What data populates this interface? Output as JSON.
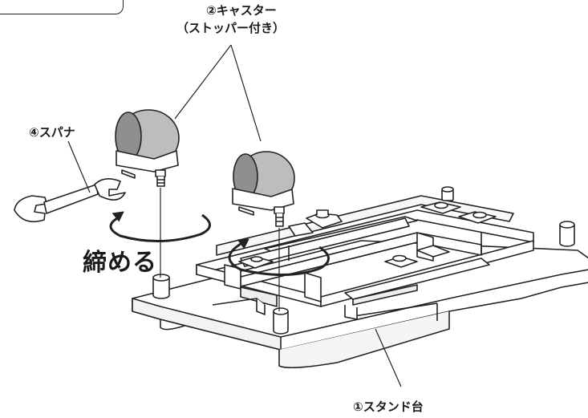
{
  "header_tab": {
    "text": ""
  },
  "labels": {
    "caster": "②キャスター",
    "caster_sub": "（ストッパー付き）",
    "spanner": "④スパナ",
    "tighten": "締める",
    "stand": "①スタンド台"
  },
  "colors": {
    "line": "#222222",
    "caster_fill": "#bdbdbd",
    "caster_dark": "#8f8f8f",
    "frame_fill": "#ffffff"
  }
}
